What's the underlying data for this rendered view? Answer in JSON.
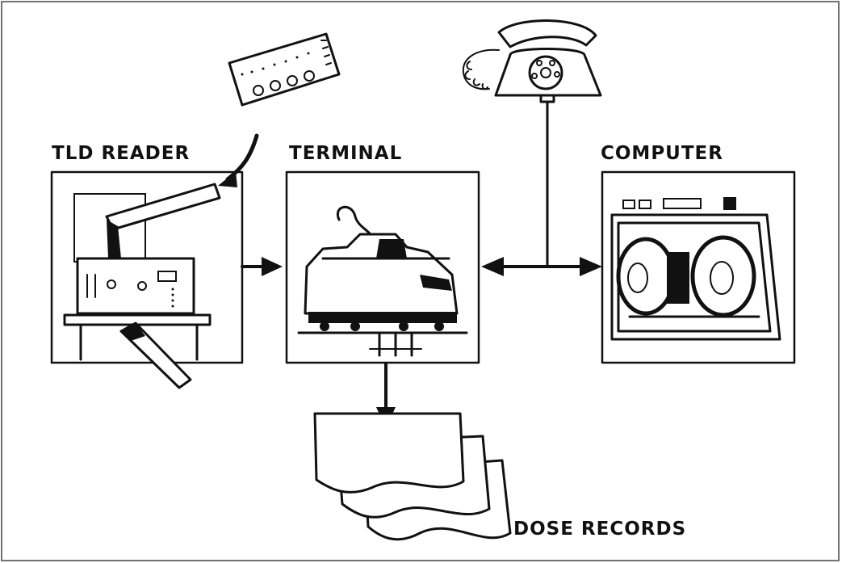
{
  "labels": {
    "tld_reader": "TLD READER",
    "terminal": "TERMINAL",
    "computer": "COMPUTER",
    "dose_records": "DOSE RECORDS"
  },
  "colors": {
    "ink": "#111111",
    "paper": "#ffffff"
  },
  "icons": [
    "dosimeter-card-icon",
    "tld-reader-icon",
    "terminal-printer-icon",
    "telephone-icon",
    "computer-tape-drive-icon",
    "paper-records-icon"
  ]
}
